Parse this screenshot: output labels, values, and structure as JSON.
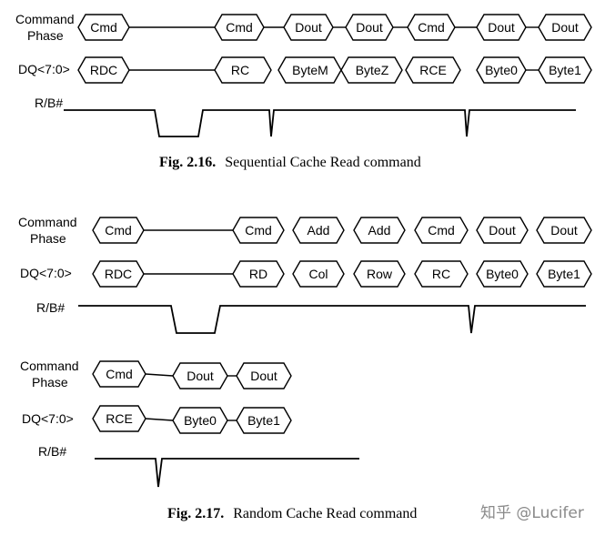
{
  "figures": [
    {
      "caption_bold": "Fig. 2.16.",
      "caption_text": "Sequential Cache Read command",
      "rows": [
        {
          "label": [
            "Command",
            "Phase"
          ],
          "cells": [
            "Cmd",
            "Cmd",
            "Dout",
            "Dout",
            "Cmd",
            "Dout",
            "Dout"
          ]
        },
        {
          "label": [
            "DQ<7:0>"
          ],
          "cells": [
            "RDC",
            "RC",
            "ByteM",
            "ByteZ",
            "RCE",
            "Byte0",
            "Byte1"
          ]
        }
      ],
      "rb_label": "R/B#"
    },
    {
      "caption_bold": "Fig. 2.17.",
      "caption_text": "Random Cache Read command",
      "parts": [
        {
          "rows": [
            {
              "label": [
                "Command",
                "Phase"
              ],
              "cells": [
                "Cmd",
                "Cmd",
                "Add",
                "Add",
                "Cmd",
                "Dout",
                "Dout"
              ]
            },
            {
              "label": [
                "DQ<7:0>"
              ],
              "cells": [
                "RDC",
                "RD",
                "Col",
                "Row",
                "RC",
                "Byte0",
                "Byte1"
              ]
            }
          ],
          "rb_label": "R/B#"
        },
        {
          "rows": [
            {
              "label": [
                "Command",
                "Phase"
              ],
              "cells": [
                "Cmd",
                "Dout",
                "Dout"
              ]
            },
            {
              "label": [
                "DQ<7:0>"
              ],
              "cells": [
                "RCE",
                "Byte0",
                "Byte1"
              ]
            }
          ],
          "rb_label": "R/B#"
        }
      ]
    }
  ],
  "watermark": "知乎 @Lucifer"
}
